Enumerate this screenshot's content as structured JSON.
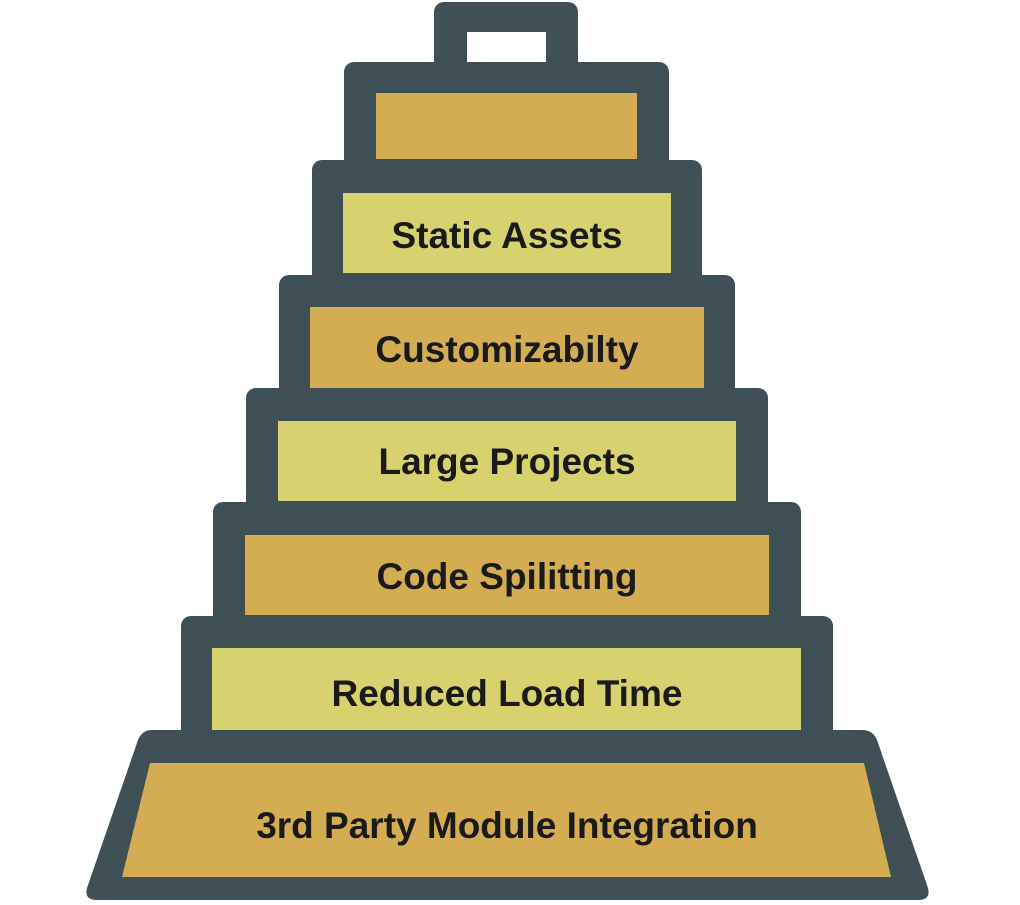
{
  "diagram": {
    "tiers": [
      {
        "label": ""
      },
      {
        "label": "Static Assets"
      },
      {
        "label": "Customizabilty"
      },
      {
        "label": "Large Projects"
      },
      {
        "label": "Code Spilitting"
      },
      {
        "label": "Reduced Load Time"
      },
      {
        "label": "3rd Party Module Integration"
      }
    ],
    "colors": {
      "outline": "#3f4f56",
      "fill_gold": "#d4ad52",
      "fill_yellow": "#d7d16e",
      "background": "#ffffff"
    }
  }
}
